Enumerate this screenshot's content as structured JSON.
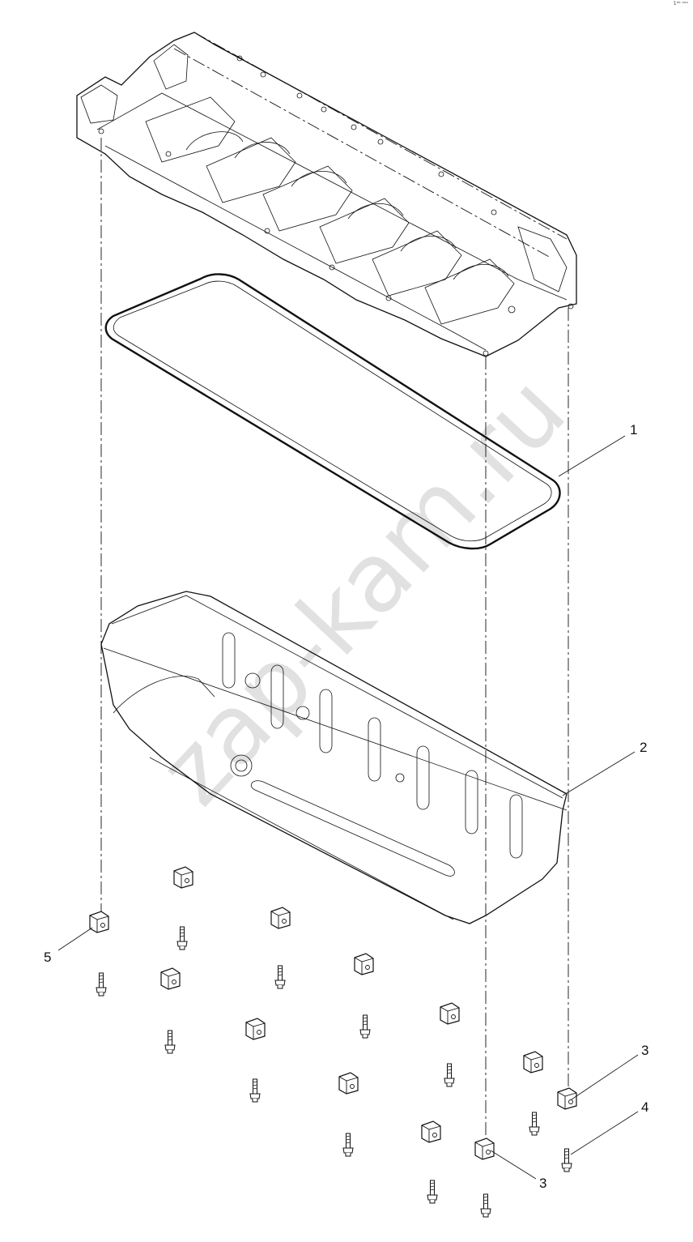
{
  "corner_code": "1ᵉᵇ ᵒᵒᵒ",
  "watermark": "zap-kam.ru",
  "callouts": [
    {
      "id": "c1",
      "label": "1"
    },
    {
      "id": "c2",
      "label": "2"
    },
    {
      "id": "c3a",
      "label": "3"
    },
    {
      "id": "c3b",
      "label": "3"
    },
    {
      "id": "c4",
      "label": "4"
    },
    {
      "id": "c5",
      "label": "5"
    }
  ],
  "parts": [
    {
      "ref": "1",
      "name": "gasket"
    },
    {
      "ref": "2",
      "name": "oil pan"
    },
    {
      "ref": "3",
      "name": "clamp bracket"
    },
    {
      "ref": "4",
      "name": "bolt"
    },
    {
      "ref": "5",
      "name": "clamp bracket"
    }
  ],
  "icons": {
    "block": "cylinder-block-drawing",
    "gasket": "gasket-drawing",
    "pan": "oil-pan-drawing",
    "clamp": "clamp-drawing",
    "bolt": "bolt-drawing"
  }
}
